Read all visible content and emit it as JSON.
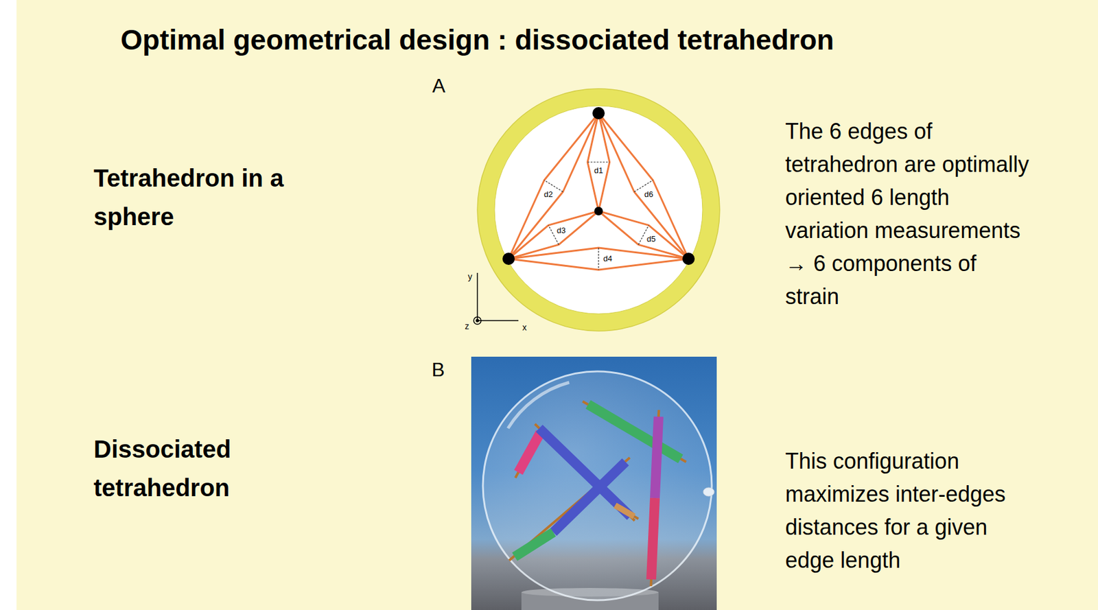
{
  "diagram": {
    "title": "Optimal geometrical design : dissociated tetrahedron",
    "labels": [
      "Tetrahedron in a sphere",
      "A",
      "d1",
      "d2",
      "d3",
      "d4",
      "d5",
      "d6",
      "y",
      "x",
      "z",
      "The 6 edges of tetrahedron are optimally oriented 6 length variation measurements → 6 components of strain",
      "Dissociated tetrahedron",
      "B",
      "This configuration maximizes inter-edges distances for a given edge length"
    ]
  }
}
